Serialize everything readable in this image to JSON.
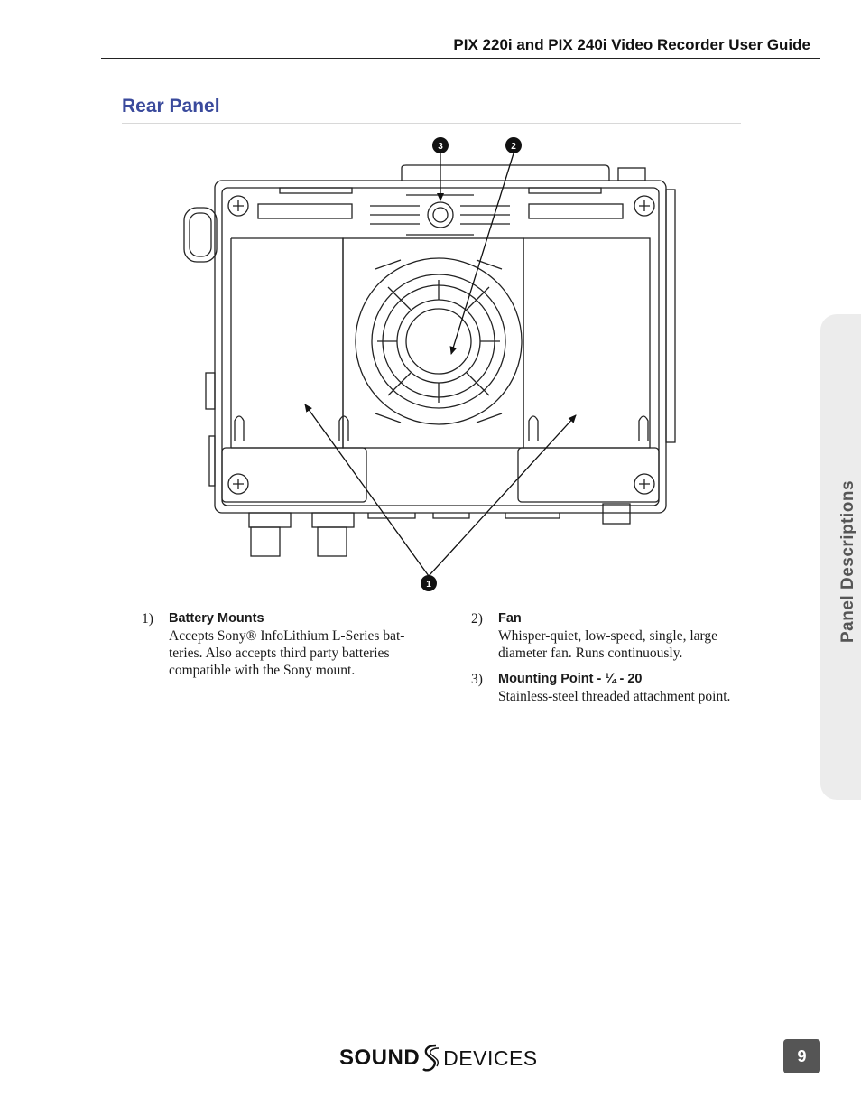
{
  "header": {
    "title": "PIX 220i and PIX 240i Video Recorder User Guide"
  },
  "section": {
    "title": "Rear Panel"
  },
  "side_tab": {
    "label": "Panel Descriptions"
  },
  "figure": {
    "callouts": [
      "1",
      "2",
      "3"
    ]
  },
  "descriptions": [
    {
      "num": "1)",
      "heading": "Battery Mounts",
      "lines": [
        "Accepts Sony® InfoLithium L-Series bat-",
        "teries. Also accepts third party batteries",
        "compatible with the Sony mount."
      ]
    },
    {
      "num": "2)",
      "heading": "Fan",
      "lines": [
        "Whisper-quiet, low-speed, single, large",
        "diameter fan. Runs continuously."
      ]
    },
    {
      "num": "3)",
      "heading": "Mounting Point - ¼ - 20",
      "lines": [
        "Stainless-steel threaded attachment point."
      ]
    }
  ],
  "footer": {
    "logo_left": "SOUND",
    "logo_right": "DEVICES",
    "page_number": "9"
  }
}
